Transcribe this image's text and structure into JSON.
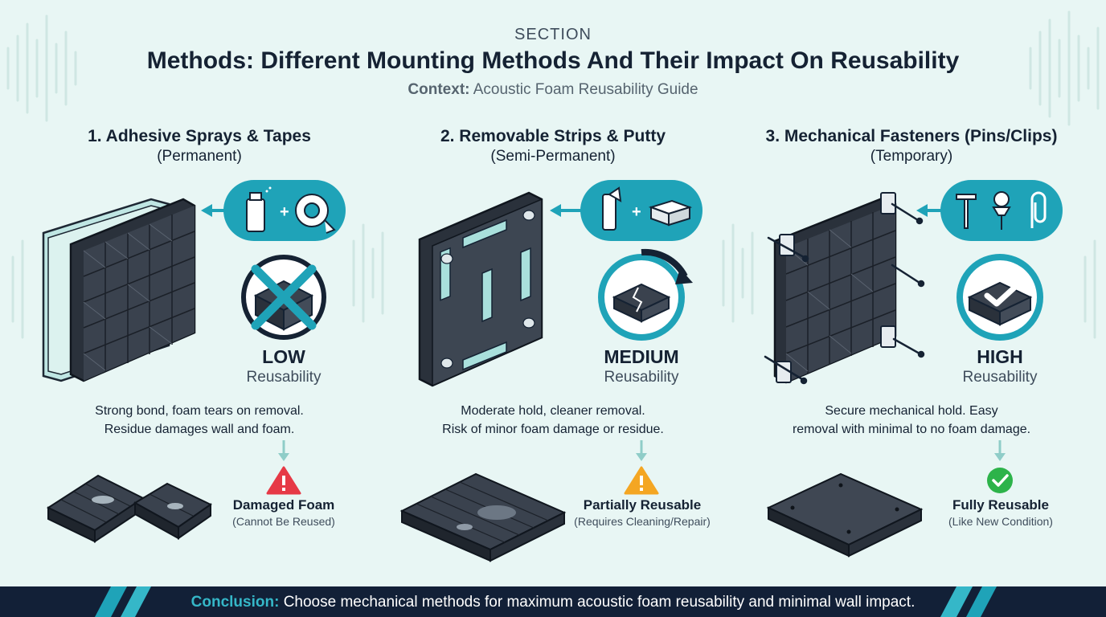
{
  "header": {
    "eyebrow": "SECTION",
    "title": "Methods: Different Mounting Methods And Their Impact On Reusability",
    "context_label": "Context:",
    "context_value": "Acoustic Foam Reusability Guide"
  },
  "columns": [
    {
      "title": "1. Adhesive Sprays & Tapes",
      "subtitle": "(Permanent)",
      "rating_level": "LOW",
      "rating_label": "Reusability",
      "desc_line1": "Strong bond, foam tears on removal.",
      "desc_line2": "Residue damages wall and foam.",
      "outcome_title": "Damaged Foam",
      "outcome_sub": "(Cannot Be Reused)",
      "status_color": "#e63946",
      "icons": [
        "spray-can-icon",
        "tape-roll-icon"
      ]
    },
    {
      "title": "2. Removable Strips & Putty",
      "subtitle": "(Semi-Permanent)",
      "rating_level": "MEDIUM",
      "rating_label": "Reusability",
      "desc_line1": "Moderate hold, cleaner removal.",
      "desc_line2": "Risk of minor foam damage or residue.",
      "outcome_title": "Partially Reusable",
      "outcome_sub": "(Requires Cleaning/Repair)",
      "status_color": "#f4a623",
      "icons": [
        "removable-strip-icon",
        "putty-block-icon"
      ]
    },
    {
      "title": "3. Mechanical Fasteners (Pins/Clips)",
      "subtitle": "(Temporary)",
      "rating_level": "HIGH",
      "rating_label": "Reusability",
      "desc_line1": "Secure mechanical hold. Easy",
      "desc_line2": "removal with minimal to no foam damage.",
      "outcome_title": "Fully Reusable",
      "outcome_sub": "(Like New Condition)",
      "status_color": "#2db34a",
      "icons": [
        "t-pin-icon",
        "push-pin-icon",
        "spring-clip-icon"
      ]
    }
  ],
  "footer": {
    "label": "Conclusion:",
    "text": "Choose mechanical methods for maximum acoustic foam reusability and minimal wall impact."
  },
  "colors": {
    "background": "#e8f6f4",
    "accent_teal": "#1fa3b8",
    "foam_dark": "#333b46",
    "navy": "#122037"
  }
}
